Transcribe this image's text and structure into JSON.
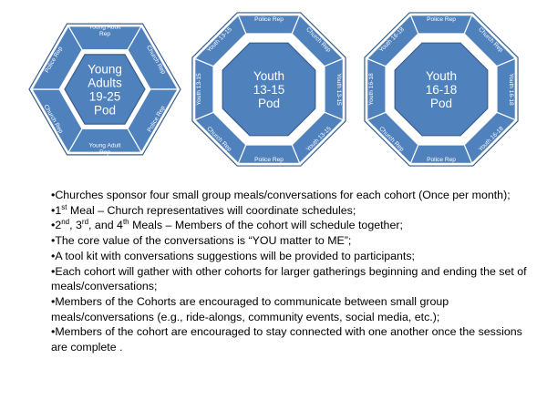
{
  "pods": [
    {
      "name": "young-adults-pod",
      "shape": "hexagon",
      "center_lines": [
        "Young",
        "Adults",
        "19-25",
        "Pod"
      ],
      "segments": [
        {
          "label": [
            "Young Adult",
            "Rep"
          ]
        },
        {
          "label": [
            "Church Rep"
          ]
        },
        {
          "label": [
            "Police Rep"
          ]
        },
        {
          "label": [
            "Young Adult",
            "Rep"
          ]
        },
        {
          "label": [
            "Church Rep"
          ]
        },
        {
          "label": [
            "Police Rep"
          ]
        }
      ]
    },
    {
      "name": "youth-13-15-pod",
      "shape": "octagon",
      "center_lines": [
        "Youth",
        "13-15",
        "Pod"
      ],
      "segments": [
        {
          "label": [
            "Police Rep"
          ]
        },
        {
          "label": [
            "Church Rep"
          ]
        },
        {
          "label": [
            "Youth 13-15"
          ]
        },
        {
          "label": [
            "Youth 13-15"
          ]
        },
        {
          "label": [
            "Police Rep"
          ]
        },
        {
          "label": [
            "Church Rep"
          ]
        },
        {
          "label": [
            "Youth 13-15"
          ]
        },
        {
          "label": [
            "Youth 13-15"
          ]
        }
      ]
    },
    {
      "name": "youth-16-18-pod",
      "shape": "octagon",
      "center_lines": [
        "Youth",
        "16-18",
        "Pod"
      ],
      "segments": [
        {
          "label": [
            "Police Rep"
          ]
        },
        {
          "label": [
            "Church Rep"
          ]
        },
        {
          "label": [
            "Youth 16-18"
          ]
        },
        {
          "label": [
            "Youth 16-18"
          ]
        },
        {
          "label": [
            "Police Rep"
          ]
        },
        {
          "label": [
            "Church Rep"
          ]
        },
        {
          "label": [
            "Youth 16-18"
          ]
        },
        {
          "label": [
            "Youth 16-18"
          ]
        }
      ]
    }
  ],
  "bullet_marker": "•",
  "bullets": [
    {
      "html": "Churches sponsor four small group meals/conversations for each cohort (Once per month);"
    },
    {
      "html": "1<sup>st</sup> Meal – Church representatives will coordinate schedules;"
    },
    {
      "html": "2<sup>nd</sup>, 3<sup>rd</sup>, and 4<sup>th</sup> Meals – Members of the cohort will schedule together;"
    },
    {
      "html": "The core value of the conversations is “YOU matter to ME”;"
    },
    {
      "html": "A tool kit with conversations suggestions will be provided to participants;"
    },
    {
      "html": "Each cohort will gather with other cohorts for larger gatherings beginning and ending the set of meals/conversations;"
    },
    {
      "html": "Members of the Cohorts are encouraged to communicate between small group meals/conversations (e.g., ride-alongs, community events, social media, etc.);"
    },
    {
      "html": "Members of the cohort are encouraged to stay connected with one another once the sessions are complete ."
    }
  ]
}
